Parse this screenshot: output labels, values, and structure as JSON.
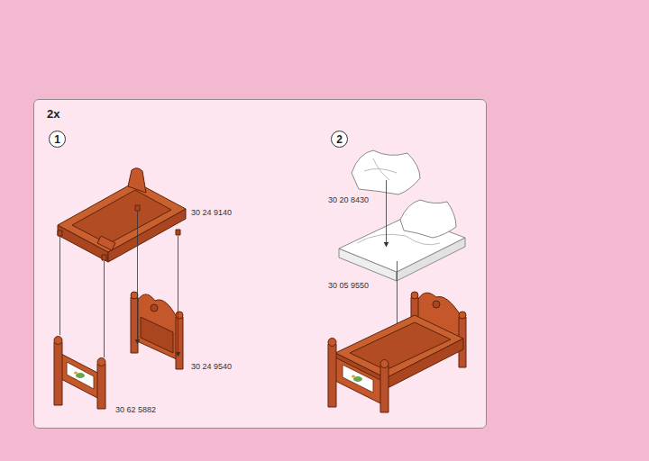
{
  "diagram": {
    "nodes": [
      {
        "text": [
          "2x"
        ]
      },
      {
        "text": [
          "1"
        ],
        "in": 0
      },
      {
        "text": [
          "2"
        ],
        "in": 0
      }
    ],
    "labels": [
      "30 24 9140",
      "30 24 9540",
      "30 62 5882",
      "30 20 8430",
      "30 05 9550"
    ]
  }
}
